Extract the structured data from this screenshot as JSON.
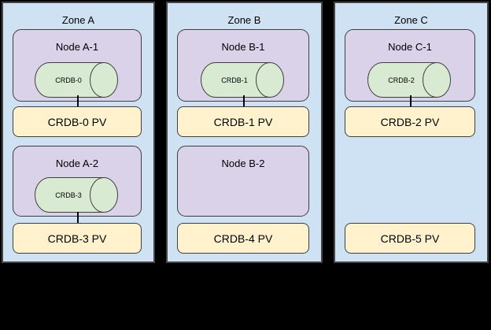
{
  "colors": {
    "background": "#000000",
    "zone_fill": "#CFE2F3",
    "zone_border": "#454545",
    "node_fill": "#D9D2E9",
    "cylinder_fill": "#D9EAD3",
    "pv_fill": "#FFF2CC",
    "shape_border": "#3f3f3f",
    "text": "#000000"
  },
  "zones": [
    {
      "label": "Zone A",
      "nodes": [
        {
          "label": "Node A-1",
          "cylinder": "CRDB-0"
        },
        {
          "label": "Node A-2",
          "cylinder": "CRDB-3"
        }
      ],
      "pvs": [
        {
          "label": "CRDB-0 PV",
          "connected": true
        },
        {
          "label": "CRDB-3 PV",
          "connected": true
        }
      ]
    },
    {
      "label": "Zone B",
      "nodes": [
        {
          "label": "Node B-1",
          "cylinder": "CRDB-1"
        },
        {
          "label": "Node B-2",
          "cylinder": null
        }
      ],
      "pvs": [
        {
          "label": "CRDB-1 PV",
          "connected": true
        },
        {
          "label": "CRDB-4 PV",
          "connected": false
        }
      ]
    },
    {
      "label": "Zone C",
      "nodes": [
        {
          "label": "Node C-1",
          "cylinder": "CRDB-2"
        }
      ],
      "pvs": [
        {
          "label": "CRDB-2 PV",
          "connected": true
        },
        {
          "label": "CRDB-5 PV",
          "connected": false
        }
      ]
    }
  ]
}
